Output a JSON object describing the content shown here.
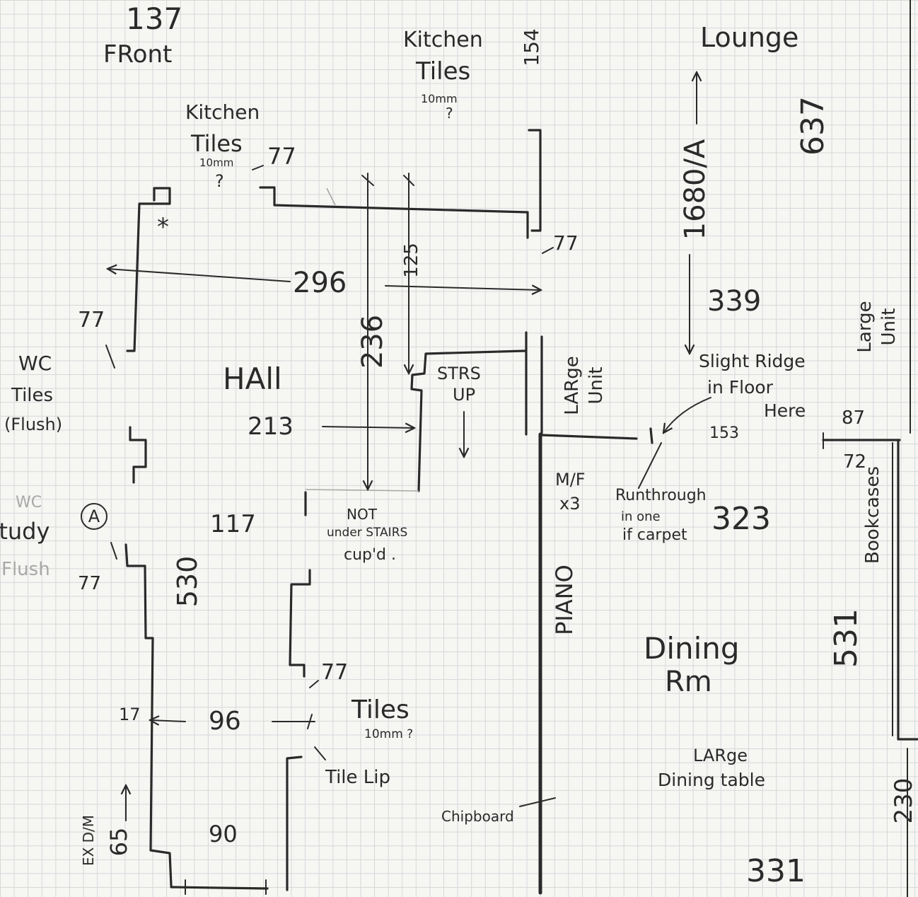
{
  "colors": {
    "paper": "#f6f6f3",
    "grid": "#d5d7da",
    "pencil": "#2a2a2a",
    "faint": "#a8a8a8"
  },
  "top": {
    "front_number": "137",
    "front_label": "FRont",
    "lounge_label": "Lounge"
  },
  "kitchen_tiles_top": {
    "line1": "Kitchen",
    "line2": "Tiles",
    "line3": "10mm",
    "line4": "?"
  },
  "kitchen_tiles_left": {
    "line1": "Kitchen",
    "line2": "Tiles",
    "line3": "10mm",
    "line4": "?"
  },
  "wc_tiles": {
    "line1": "WC",
    "line2": "Tiles",
    "line3": "(Flush)"
  },
  "wc_study": {
    "line1": "WC",
    "line2": "Study",
    "line3": "Flush"
  },
  "hall": {
    "label": "HAll"
  },
  "stairs": {
    "line1": "STRS",
    "line2": "UP"
  },
  "large_unit_hall": {
    "line1": "LARge",
    "line2": "Unit"
  },
  "large_unit_lounge": {
    "line1": "Large",
    "line2": "Unit"
  },
  "slight_ridge": {
    "line1": "Slight Ridge",
    "line2": "in Floor",
    "line3": "Here"
  },
  "mf": {
    "line1": "M/F",
    "line2": "x3"
  },
  "run_through": {
    "line1": "Runthrough",
    "line2": "in one",
    "line3": "if carpet"
  },
  "not_under_stairs": {
    "line1": "NOT",
    "line2": "under STAIRS",
    "line3": "cup'd ."
  },
  "dining": {
    "line1": "Dining",
    "line2": "Rm"
  },
  "dining_table": {
    "line1": "LARge",
    "line2": "Dining table"
  },
  "tiles_bottom": {
    "line1": "Tiles",
    "line2": "10mm ?"
  },
  "labels": {
    "bookcases": "Bookcases",
    "piano": "PIANO",
    "tile_lip": "Tile Lip",
    "chipboard": "Chipboard",
    "ex_dm": "EX D/M",
    "marker": "A",
    "asterisk": "*"
  },
  "dimensions": {
    "kitchen_154": "154",
    "lounge_637": "637",
    "kitchen_door_77": "77",
    "lounge_door_77": "77",
    "lounge_1680": "1680/A",
    "lounge_339": "339",
    "kitchen_125": "125",
    "hall_296": "296",
    "hall_236": "236",
    "wc_door_77": "77",
    "hall_213": "213",
    "opening_153": "153",
    "opening_87": "87",
    "bookcase_72": "72",
    "dining_323": "323",
    "hall_117": "117",
    "study_door_77": "77",
    "hall_530": "530",
    "dining_531": "531",
    "tiles_door_77": "77",
    "wall_17": "17",
    "passage_96": "96",
    "wall_230": "230",
    "passage_90": "90",
    "passage_65": "65",
    "dining_331": "331"
  }
}
